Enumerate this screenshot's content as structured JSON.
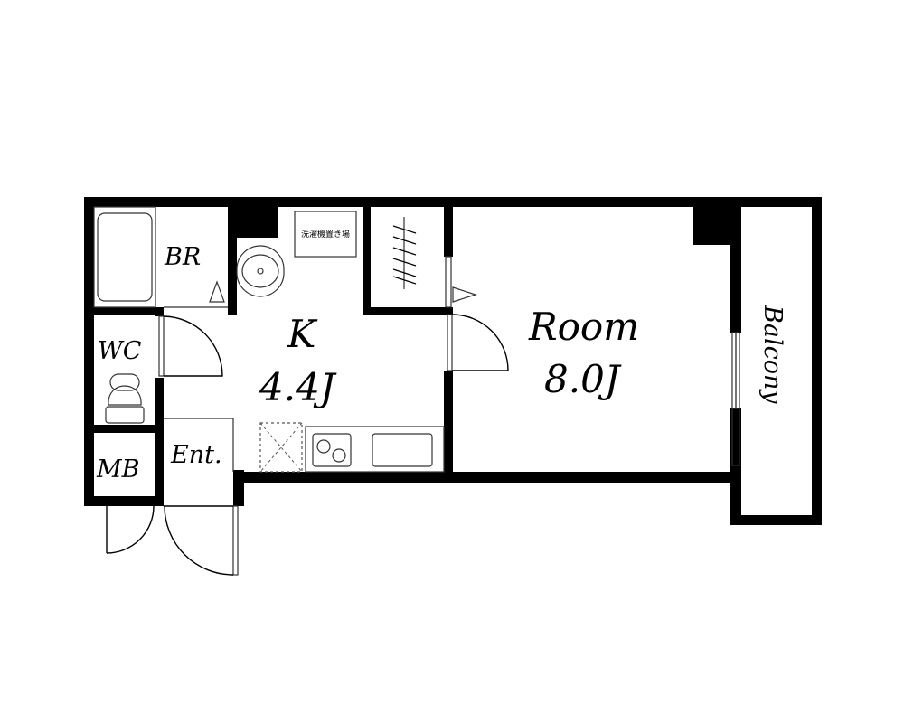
{
  "floor_plan": {
    "rooms": {
      "bathroom": {
        "label": "BR"
      },
      "toilet": {
        "label": "WC"
      },
      "meter_box": {
        "label": "MB"
      },
      "entrance": {
        "label": "Ent."
      },
      "kitchen": {
        "label": "K",
        "size": "4.4J"
      },
      "room": {
        "label": "Room",
        "size": "8.0J"
      },
      "balcony": {
        "label": "Balcony"
      }
    },
    "laundry_space": {
      "label": "洗濯機置き場"
    }
  }
}
